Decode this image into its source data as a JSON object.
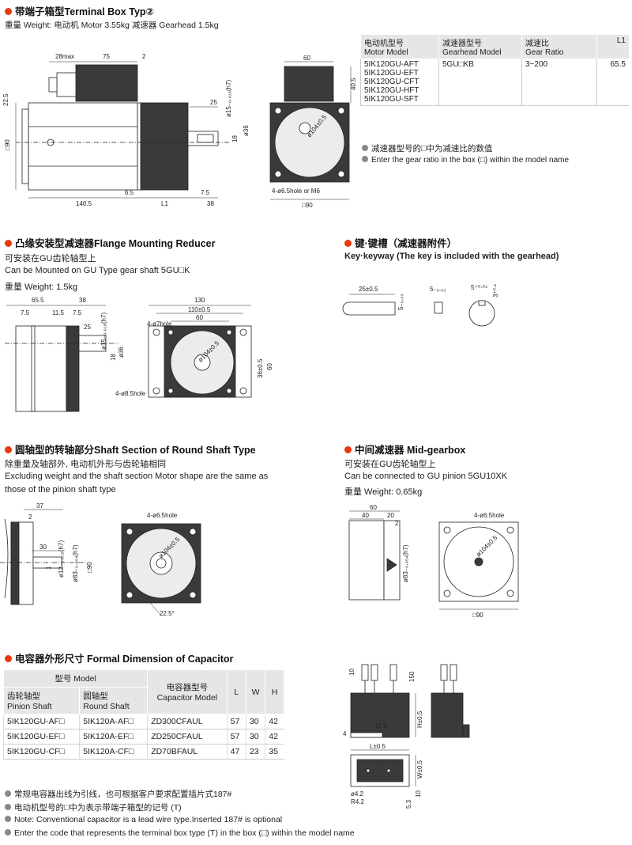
{
  "sec1": {
    "title": "带端子箱型Terminal Box Typ②",
    "weight": "重量 Weight: 电动机 Motor 3.55kg  减速器 Gearhead 1.5kg",
    "dims": {
      "d28max": "28max",
      "d75": "75",
      "d2": "2",
      "d60": "60",
      "d22_5": "22.5",
      "d40_5": "40.5",
      "d25": "25",
      "dphi15": "ø15₋₀.₀₁₈(h7)",
      "dphi36": "ø36",
      "d18": "18",
      "d90": "□90",
      "d6_5": "6.5",
      "d7_5": "7.5",
      "d140_5": "140.5",
      "dL1": "L1",
      "d38": "38",
      "dphi104": "ø104±0.5",
      "dhole": "4-ø6.5hole or M6",
      "dsq90": "□90"
    },
    "table": {
      "headers": [
        {
          "cn": "电动机型号",
          "en": "Motor Model"
        },
        {
          "cn": "减速器型号",
          "en": "Gearhead Model"
        },
        {
          "cn": "减速比",
          "en": "Gear Ratio"
        },
        {
          "cn": "",
          "en": "L1"
        }
      ],
      "motor_models": [
        "5IK120GU-AFT",
        "5IK120GU-EFT",
        "5IK120GU-CFT",
        "5IK120GU-HFT",
        "5IK120GU-SFT"
      ],
      "gearhead_model": "5GU□KB",
      "gear_ratio": "3~200",
      "l1": "65.5"
    },
    "notes": [
      "减速器型号的□中为减速比的数值",
      "Enter the gear ratio in the box (□) within the model name"
    ]
  },
  "sec2": {
    "title": "凸缘安装型减速器Flange Mounting Reducer",
    "line1": "可安装在GU齿轮轴型上",
    "line2": "Can be Mounted on GU Type gear shaft 5GU□K",
    "weight": "重量 Weight: 1.5kg",
    "dims": {
      "d65_5": "65.5",
      "d38": "38",
      "d7_5a": "7.5",
      "d11_5": "11.5",
      "d7_5b": "7.5",
      "d25": "25",
      "dphi15": "ø15₋₀.₀₁₈(h7)",
      "d18": "18",
      "dphi36": "ø36",
      "d130": "130",
      "d110": "110±0.5",
      "d60": "60",
      "dhole7": "4-ø7hole",
      "dphi104": "ø104±0.5",
      "d36": "36±0.5",
      "d60v": "60",
      "dhole8": "4-ø8.5hole"
    }
  },
  "sec3": {
    "title": "键·键槽（减速器附件）",
    "subtitle": "Key·keyway (The key is included with the gearhead)",
    "dims": {
      "d25": "25±0.5",
      "d5a": "5₋₀.₀₃",
      "d5b": "5₋₀.₀₃",
      "d5c": "5⁺⁰·⁰⁴",
      "d3": "3⁺⁰·¹"
    }
  },
  "sec4": {
    "title": "圆轴型的转轴部分Shaft Section of Round Shaft Type",
    "line1": "除重量及轴部外, 电动机外形与齿轮轴相同",
    "line2": "Excluding weight and the shaft section Motor shape are the same as",
    "line3": "those of the pinion shaft type",
    "dims": {
      "d37": "37",
      "d2": "2",
      "d30": "30",
      "d1": "1",
      "dphi12": "ø12₋₀.₀₁₈(h7)",
      "dphi83": "ø83₋₀.₀₅₄(h7)",
      "d90": "□90",
      "dhole": "4-ø6.5hole",
      "dphi104": "ø104±0.5",
      "dang": "22.5°"
    }
  },
  "sec5": {
    "title": "中间减速器 Mid-gearbox",
    "line1": "可安装在GU齿轮轴型上",
    "line2": "Can be connected to GU pinion 5GU10XK",
    "weight": "重量 Weight: 0.65kg",
    "dims": {
      "d60": "60",
      "d40": "40",
      "d20": "20",
      "d2": "2",
      "dphi83": "ø83₋₀.₀₅₄(h7)",
      "dhole": "4-ø6.5hole",
      "dphi104": "ø104±0.5",
      "d90": "□90"
    }
  },
  "sec6": {
    "title": "电容器外形尺寸 Formal Dimension of Capacitor",
    "table": {
      "model_header": "型号 Model",
      "pinion_cn": "齿轮轴型",
      "pinion_en": "Pinion Shaft",
      "round_cn": "圆轴型",
      "round_en": "Round Shaft",
      "cap_cn": "电容器型号",
      "cap_en": "Capacitor Model",
      "l": "L",
      "w": "W",
      "h": "H",
      "rows": [
        {
          "pinion": "5IK120GU-AF□",
          "round": "5IK120A-AF□",
          "cap": "ZD300CFAUL",
          "l": "57",
          "w": "30",
          "h": "42"
        },
        {
          "pinion": "5IK120GU-EF□",
          "round": "5IK120A-EF□",
          "cap": "ZD250CFAUL",
          "l": "57",
          "w": "30",
          "h": "42"
        },
        {
          "pinion": "5IK120GU-CF□",
          "round": "5IK120A-CF□",
          "cap": "ZD70BFAUL",
          "l": "47",
          "w": "23",
          "h": "35"
        }
      ]
    },
    "dims": {
      "d10": "10",
      "d150": "150",
      "d17_5": "17.5",
      "d4": "4",
      "dH": "H±0.5",
      "dL": "L±0.5",
      "dW": "W±0.5",
      "d10b": "10",
      "d5_3": "5.3",
      "d4_2": "ø4.2",
      "dR": "R4.2"
    },
    "notes": [
      "常规电容器出线为引线，也可根据客户要求配置插片式187#",
      "电动机型号的□中为表示带端子箱型的记号 (T)",
      "Note: Conventional capacitor is a lead wire type.Inserted 187# is optional",
      "Enter the code that represents the terminal box type (T) in the box (□) within the model name"
    ]
  },
  "colors": {
    "accent": "#e8380d",
    "body": "#3a3a3a",
    "header": "#e6e6e6"
  }
}
